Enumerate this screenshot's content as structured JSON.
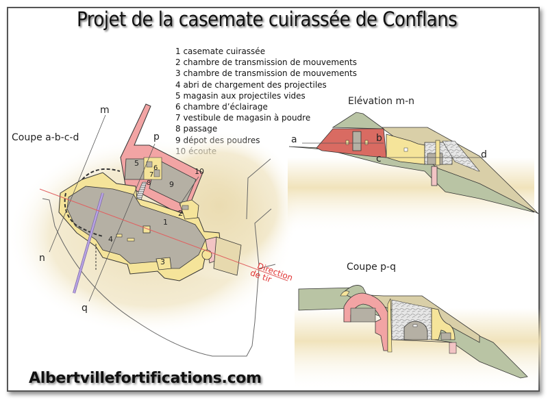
{
  "title": "Projet de la casemate cuirassée de Conflans",
  "legend": {
    "items": [
      "1 casemate cuirassée",
      "2 chambre de transmission de mouvements",
      "3 chambre de transmission de mouvements",
      "4 abri de chargement des projectiles",
      "5 magasin aux projectiles vides",
      "6 chambre d’éclairage",
      "7 vestibule de magasin à poudre",
      "8 passage",
      "9 dépot des poudres",
      "10 écoute"
    ]
  },
  "plan": {
    "title": "Coupe a-b-c-d",
    "section_markers": {
      "m": "m",
      "n": "n",
      "p": "p",
      "q": "q",
      "ten": "10"
    },
    "room_numbers": [
      "1",
      "2",
      "3",
      "4",
      "5",
      "6",
      "7",
      "8",
      "9"
    ],
    "direction_label_1": "Direction",
    "direction_label_2": "de tir"
  },
  "elevation": {
    "title": "Elévation  m-n",
    "markers": {
      "a": "a",
      "b": "b",
      "c": "c",
      "d": "d"
    }
  },
  "section_pq": {
    "title": "Coupe p-q"
  },
  "footer": "Albertvillefortifications.com",
  "colors": {
    "masonry_yellow": "#f5e49a",
    "brick_pink": "#f2a4a4",
    "brick_red": "#d96b62",
    "room_grey": "#b5b0a4",
    "earth_green": "#b9c4a4",
    "earth_tan": "#d9cfa8",
    "direction_red": "#e03030",
    "rail_purple": "#a98ed6"
  }
}
